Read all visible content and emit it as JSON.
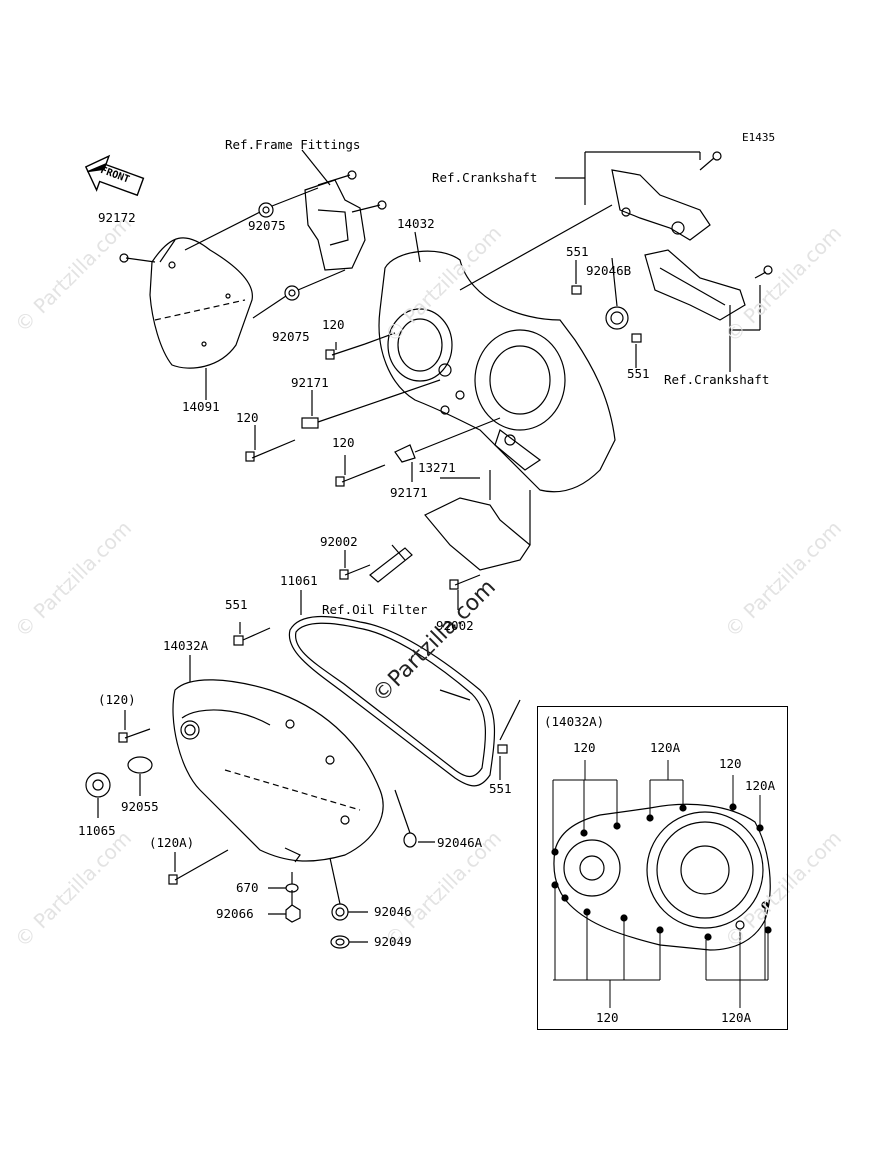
{
  "diagram_code": "E1435",
  "front_arrow": "FRONT",
  "references": {
    "frame_fittings": "Ref.Frame Fittings",
    "crankshaft_top": "Ref.Crankshaft",
    "crankshaft_right": "Ref.Crankshaft",
    "oil_filter": "Ref.Oil Filter"
  },
  "part_labels": {
    "p92172": "92172",
    "p92075a": "92075",
    "p92075b": "92075",
    "p14032": "14032",
    "p551a": "551",
    "p92046B": "92046B",
    "p551b": "551",
    "p14091": "14091",
    "p120a": "120",
    "p92171a": "92171",
    "p120b": "120",
    "p120c": "120",
    "p92171b": "92171",
    "p13271": "13271",
    "p92002a": "92002",
    "p92002b": "92002",
    "p11061": "11061",
    "p551c": "551",
    "p14032A": "14032A",
    "p120paren": "(120)",
    "p92055": "92055",
    "p11065": "11065",
    "p551d": "551",
    "p92046A": "92046A",
    "p120Aparen": "(120A)",
    "p670": "670",
    "p92066": "92066",
    "p92046": "92046",
    "p92049": "92049"
  },
  "inset": {
    "title": "(14032A)",
    "label_120_top": "120",
    "label_120A_top": "120A",
    "label_120_right": "120",
    "label_120A_right": "120A",
    "label_120_bottom": "120",
    "label_120A_bottom": "120A"
  },
  "watermark": {
    "center": "©Partzilla.com",
    "faint": "© Partzilla.com"
  }
}
